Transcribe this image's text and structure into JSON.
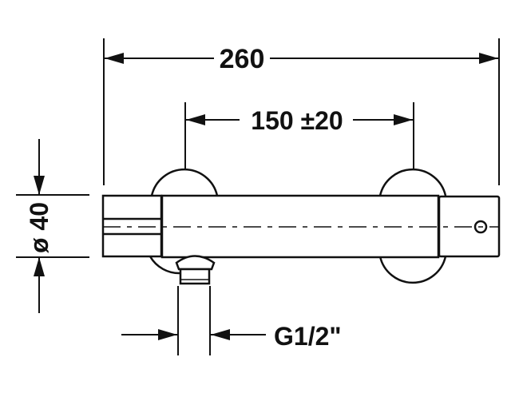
{
  "drawing": {
    "subject": "thermostatic mixer technical drawing",
    "line_color": "#111111",
    "background": "#ffffff"
  },
  "dimensions": {
    "overall_length": "260",
    "center_distance": "150 ±20",
    "diameter": "ø 40",
    "outlet_thread": "G1/2\""
  }
}
